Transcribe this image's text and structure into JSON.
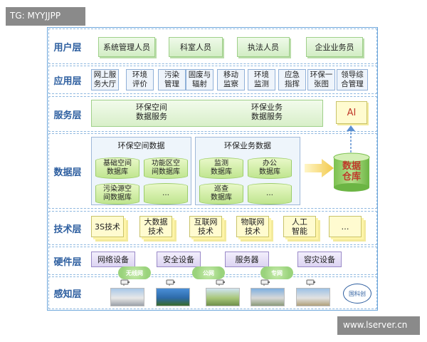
{
  "watermark_top": "TG: MYYJJPP",
  "watermark_bottom": "www.lserver.cn",
  "layers": {
    "user": "用户层",
    "app": "应用层",
    "service": "服务层",
    "data": "数据层",
    "tech": "技术层",
    "hardware": "硬件层",
    "sensing": "感知层"
  },
  "user_roles": [
    "系统管理人员",
    "科室人员",
    "执法人员",
    "企业业务员"
  ],
  "apps": [
    [
      "网上服",
      "务大厅"
    ],
    [
      "环境",
      "评价"
    ],
    [
      "污染",
      "管理"
    ],
    [
      "固废与",
      "辐射"
    ],
    [
      "移动",
      "监察"
    ],
    [
      "环境",
      "监测"
    ],
    [
      "应急",
      "指挥"
    ],
    [
      "环保一",
      "张图"
    ],
    [
      "领导综",
      "合管理"
    ]
  ],
  "services": {
    "spatial": [
      "环保空间",
      "数据服务"
    ],
    "business": [
      "环保业务",
      "数据服务"
    ],
    "ai": "AI"
  },
  "data_layer": {
    "spatial_title": "环保空间数据",
    "spatial_dbs": [
      [
        "基础空间",
        "数据库"
      ],
      [
        "功能区空",
        "间数据库"
      ],
      [
        "污染源空",
        "间数据库"
      ],
      [
        "…",
        ""
      ]
    ],
    "business_title": "环保业务数据",
    "business_dbs": [
      [
        "监测",
        "数据库"
      ],
      [
        "办公",
        "数据库"
      ],
      [
        "巡查",
        "数据库"
      ],
      [
        "…",
        ""
      ]
    ],
    "warehouse": [
      "数据",
      "仓库"
    ]
  },
  "tech": [
    [
      "3S技术",
      ""
    ],
    [
      "大数据",
      "技术"
    ],
    [
      "互联网",
      "技术"
    ],
    [
      "物联网",
      "技术"
    ],
    [
      "人工",
      "智能"
    ],
    [
      "…",
      ""
    ]
  ],
  "hardware": [
    "网络设备",
    "安全设备",
    "服务器",
    "容灾设备"
  ],
  "networks": [
    "无线网",
    "公网",
    "专网"
  ],
  "logo_text": "国科创",
  "colors": {
    "layer_label": "#2e5fa0",
    "frame": "#6fa8dc",
    "warehouse": "#c0392b",
    "arrow": "#f2c94c"
  }
}
